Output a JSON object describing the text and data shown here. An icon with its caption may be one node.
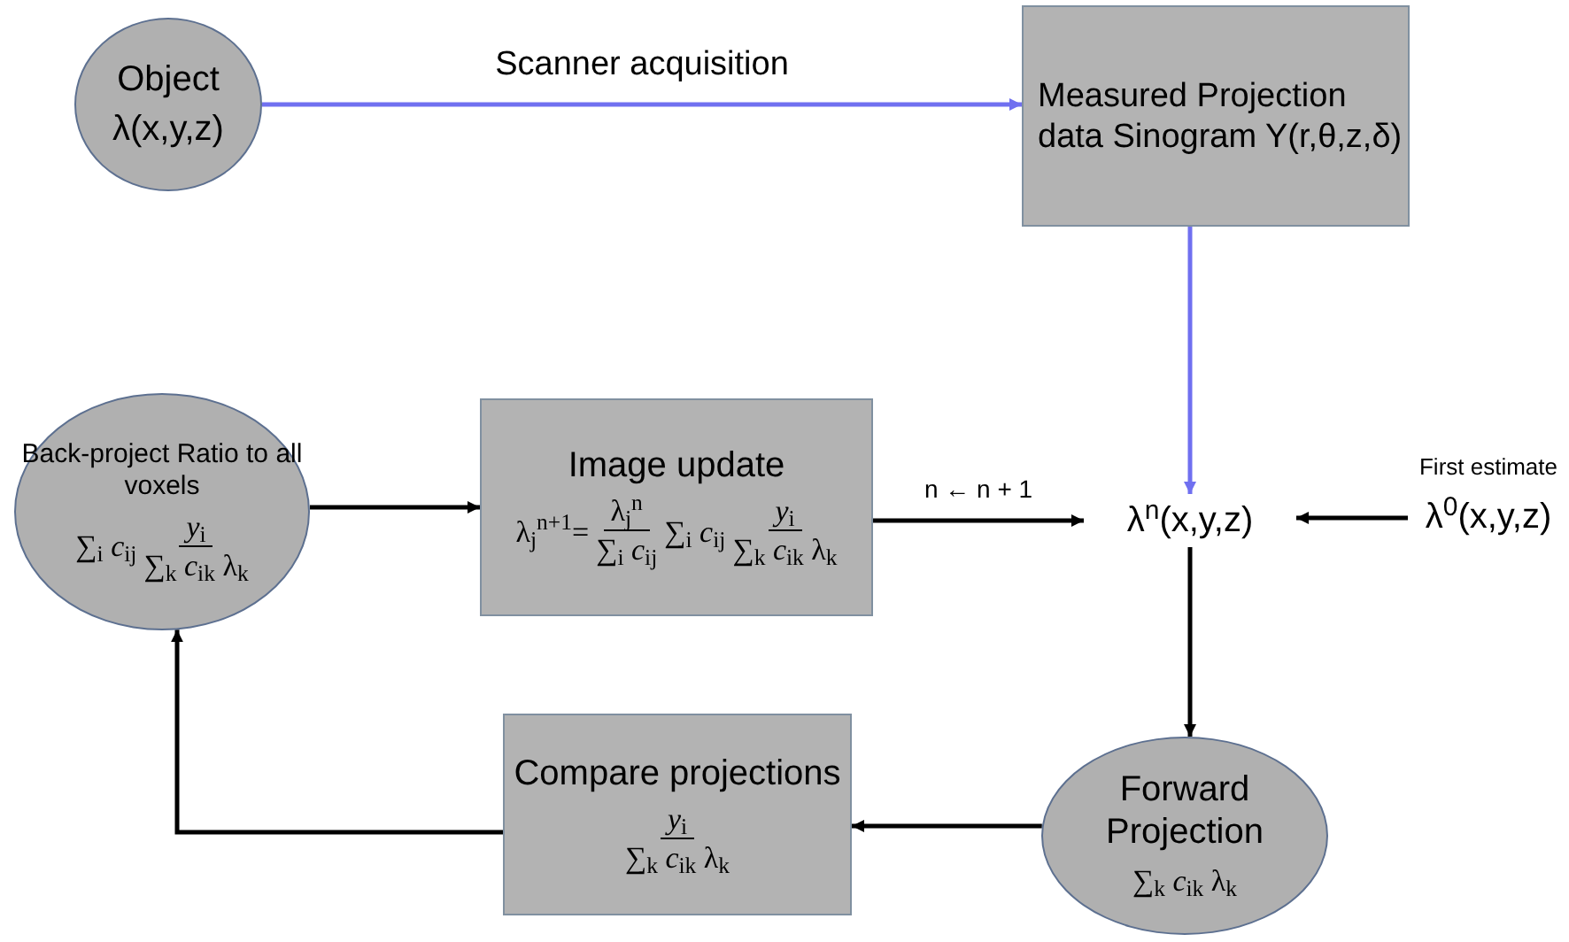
{
  "diagram": {
    "nodes": [
      {
        "text": [
          "Object",
          "λ(x,y,z)"
        ]
      },
      {
        "text": [
          "Measured Projection data Sinogram Y(r,θ,z,δ)"
        ]
      },
      {
        "text": [
          "Back-project Ratio to all voxels",
          "∑$_{i}$ *c*$_{ij}$",
          "*y*$_{i}$",
          "∑$_{k}$ *c*$_{ik}$ λ$_{k}$"
        ]
      },
      {
        "text": [
          "Image update",
          "λ$_{j}$$^{n+1}$=",
          "λ$_{j}$$^{n}$",
          "∑$_{i}$ *c*$_{ij}$",
          "∑$_{i}$ *c*$_{ij}$",
          "*y*$_{i}$",
          "∑$_{k}$ *c*$_{ik}$ λ$_{k}$"
        ]
      },
      {
        "text": [
          "λ$^{n}$(x,y,z)"
        ]
      },
      {
        "text": [
          "First estimate",
          "λ$^{0}$(x,y,z)"
        ]
      },
      {
        "text": [
          "Forward Projection",
          "∑$_{k}$ *c*$_{ik}$ λ$_{k}$"
        ]
      },
      {
        "text": [
          "Compare projections",
          "*y*$_{i}$",
          "∑$_{k}$ *c*$_{ik}$ λ$_{k}$"
        ]
      }
    ],
    "edges": [
      {
        "from": 0,
        "to": 1,
        "arrow": "to",
        "label": "Scanner acquisition",
        "color": "#7070f0"
      },
      {
        "from": 1,
        "to": 4,
        "arrow": "to",
        "color": "#7070f0"
      },
      {
        "from": 3,
        "to": 4,
        "arrow": "to",
        "label": "n ← n + 1"
      },
      {
        "from": 5,
        "to": 4,
        "arrow": "to"
      },
      {
        "from": 4,
        "to": 6,
        "arrow": "to"
      },
      {
        "from": 6,
        "to": 7,
        "arrow": "to"
      },
      {
        "from": 7,
        "to": 2,
        "arrow": "to"
      },
      {
        "from": 2,
        "to": 3,
        "arrow": "to"
      }
    ]
  }
}
